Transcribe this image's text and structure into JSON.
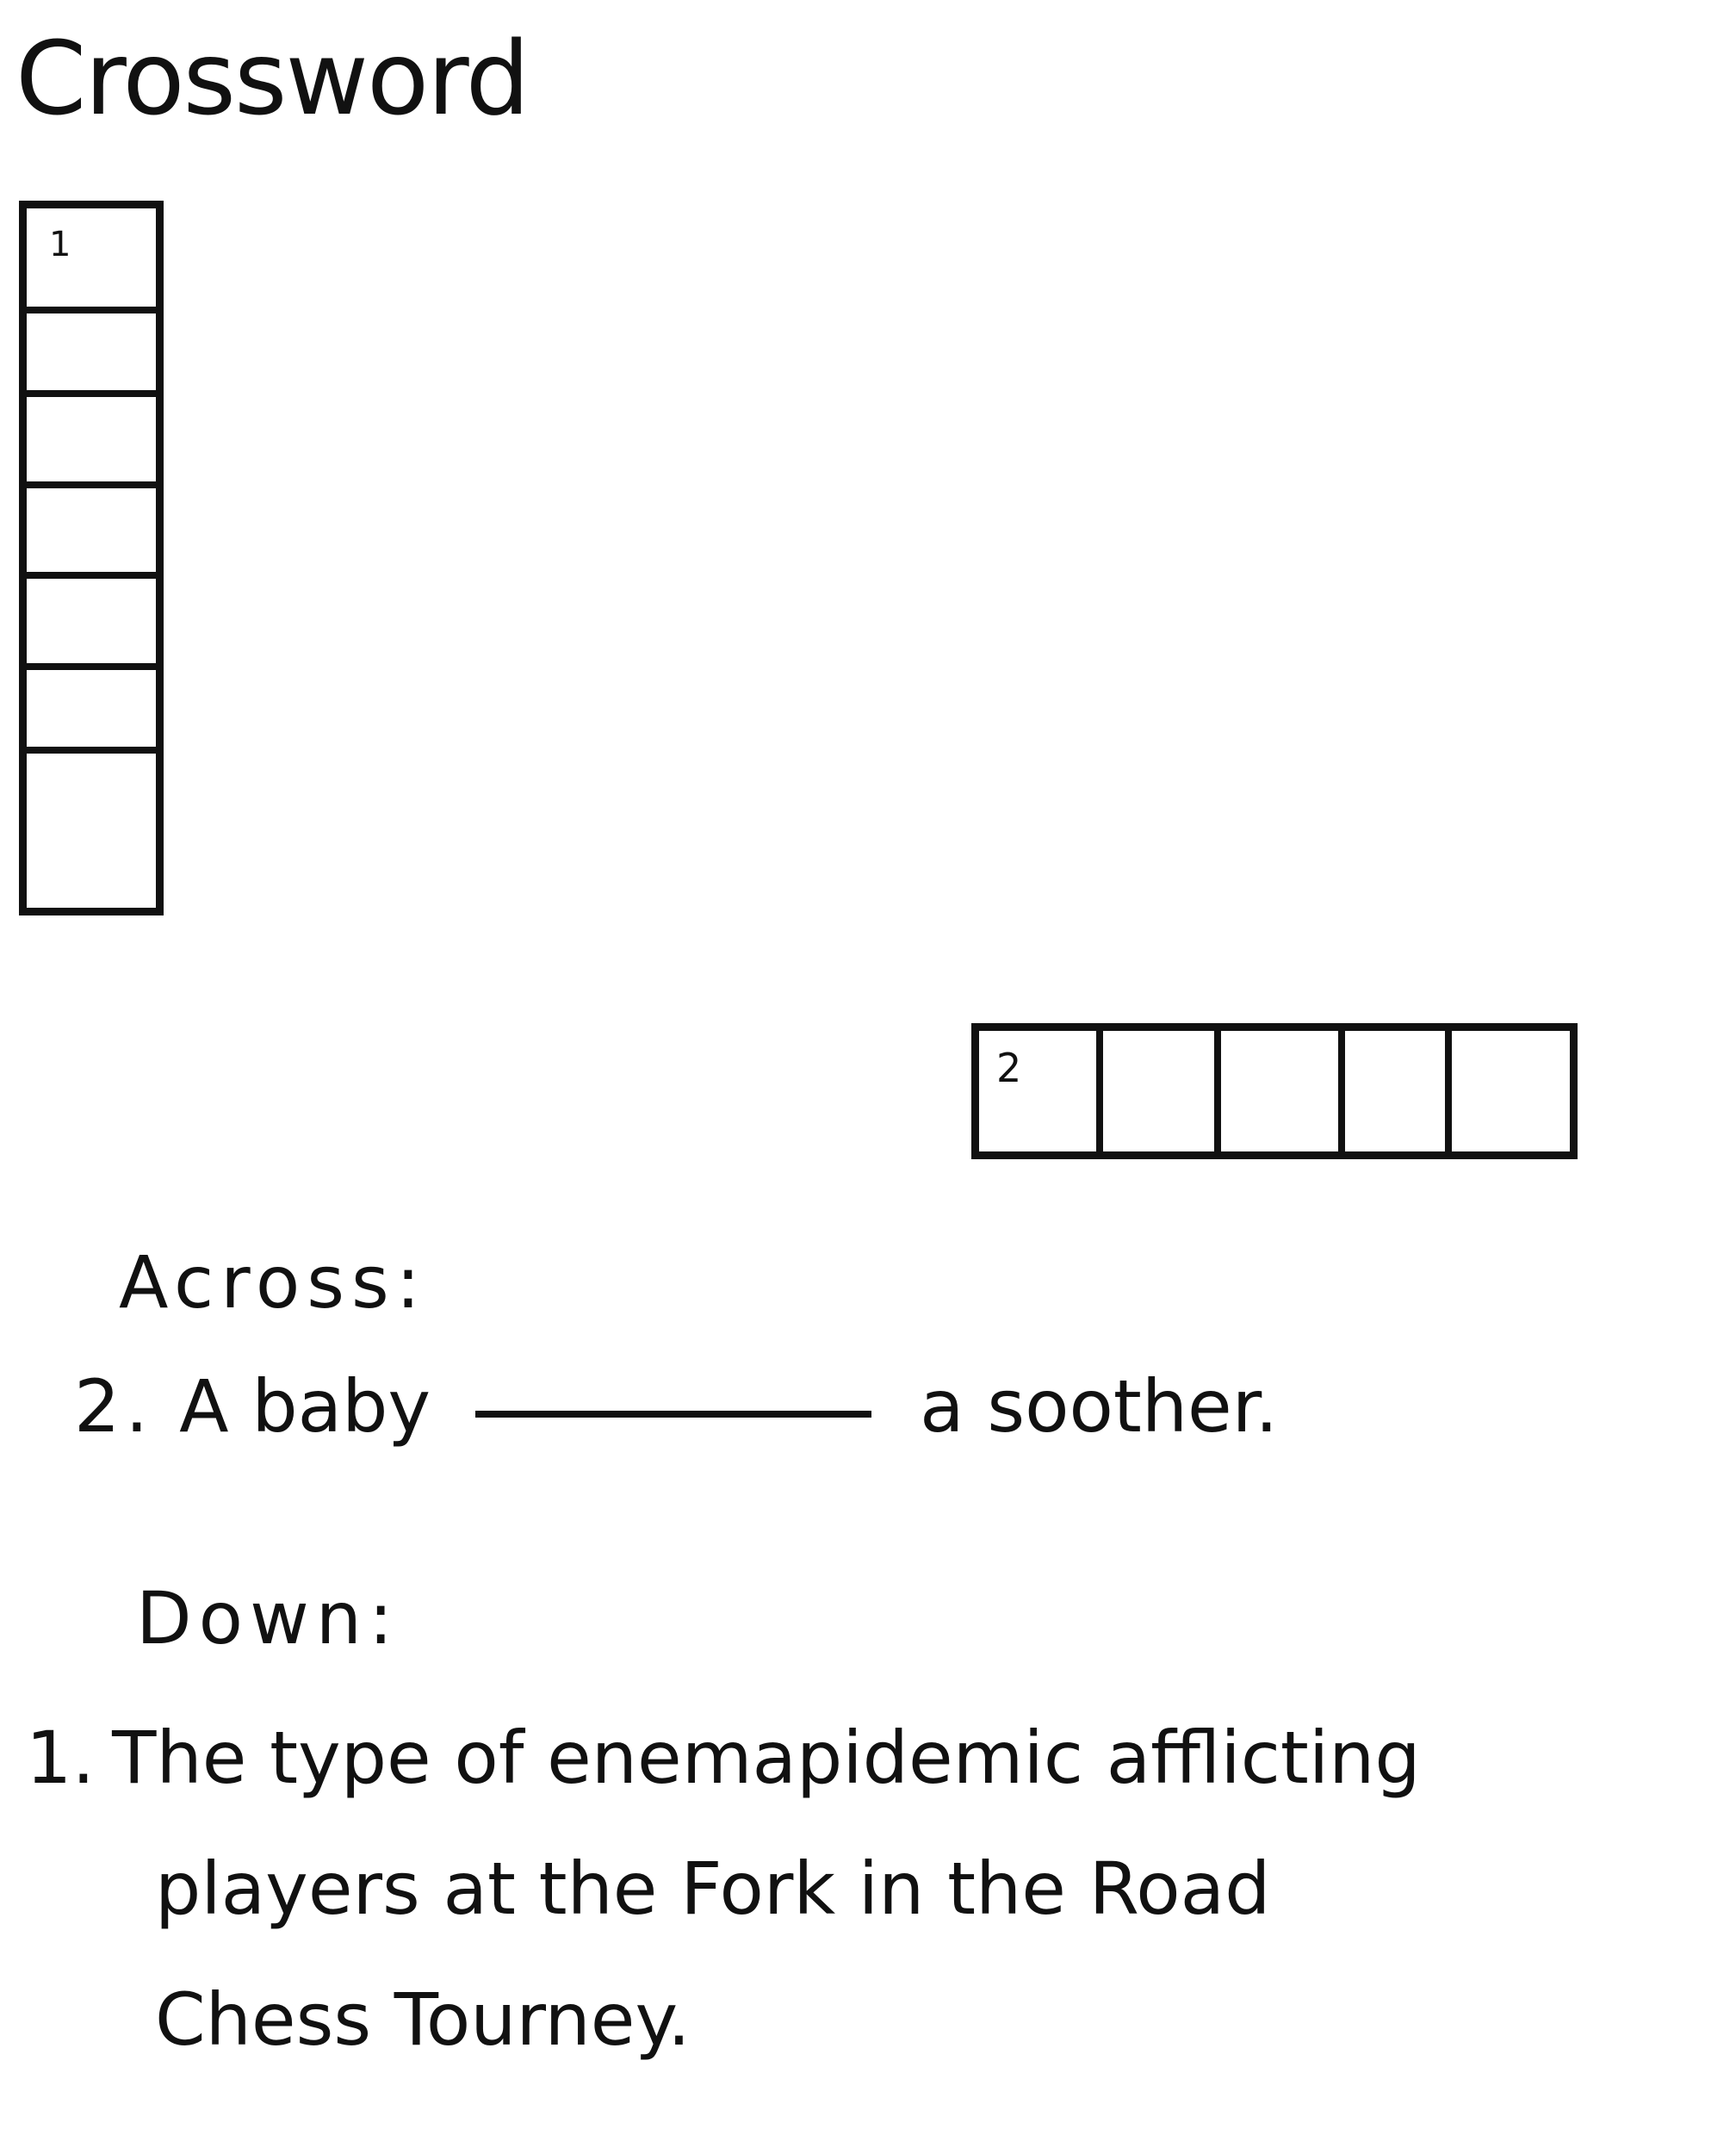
{
  "title": "Crossword",
  "grid": {
    "down_entry": {
      "number": "1",
      "length": 7
    },
    "across_entry": {
      "number": "2",
      "length": 5
    }
  },
  "clues": {
    "across": {
      "heading": "Across:",
      "items": [
        {
          "number": "2.",
          "before_blank": "A baby",
          "after_blank": "a soother."
        }
      ]
    },
    "down": {
      "heading": "Down:",
      "items": [
        {
          "number": "1.",
          "lines": [
            "The type of enemapidemic afflicting",
            "players at the Fork in the Road",
            "Chess Tourney."
          ]
        }
      ]
    }
  }
}
